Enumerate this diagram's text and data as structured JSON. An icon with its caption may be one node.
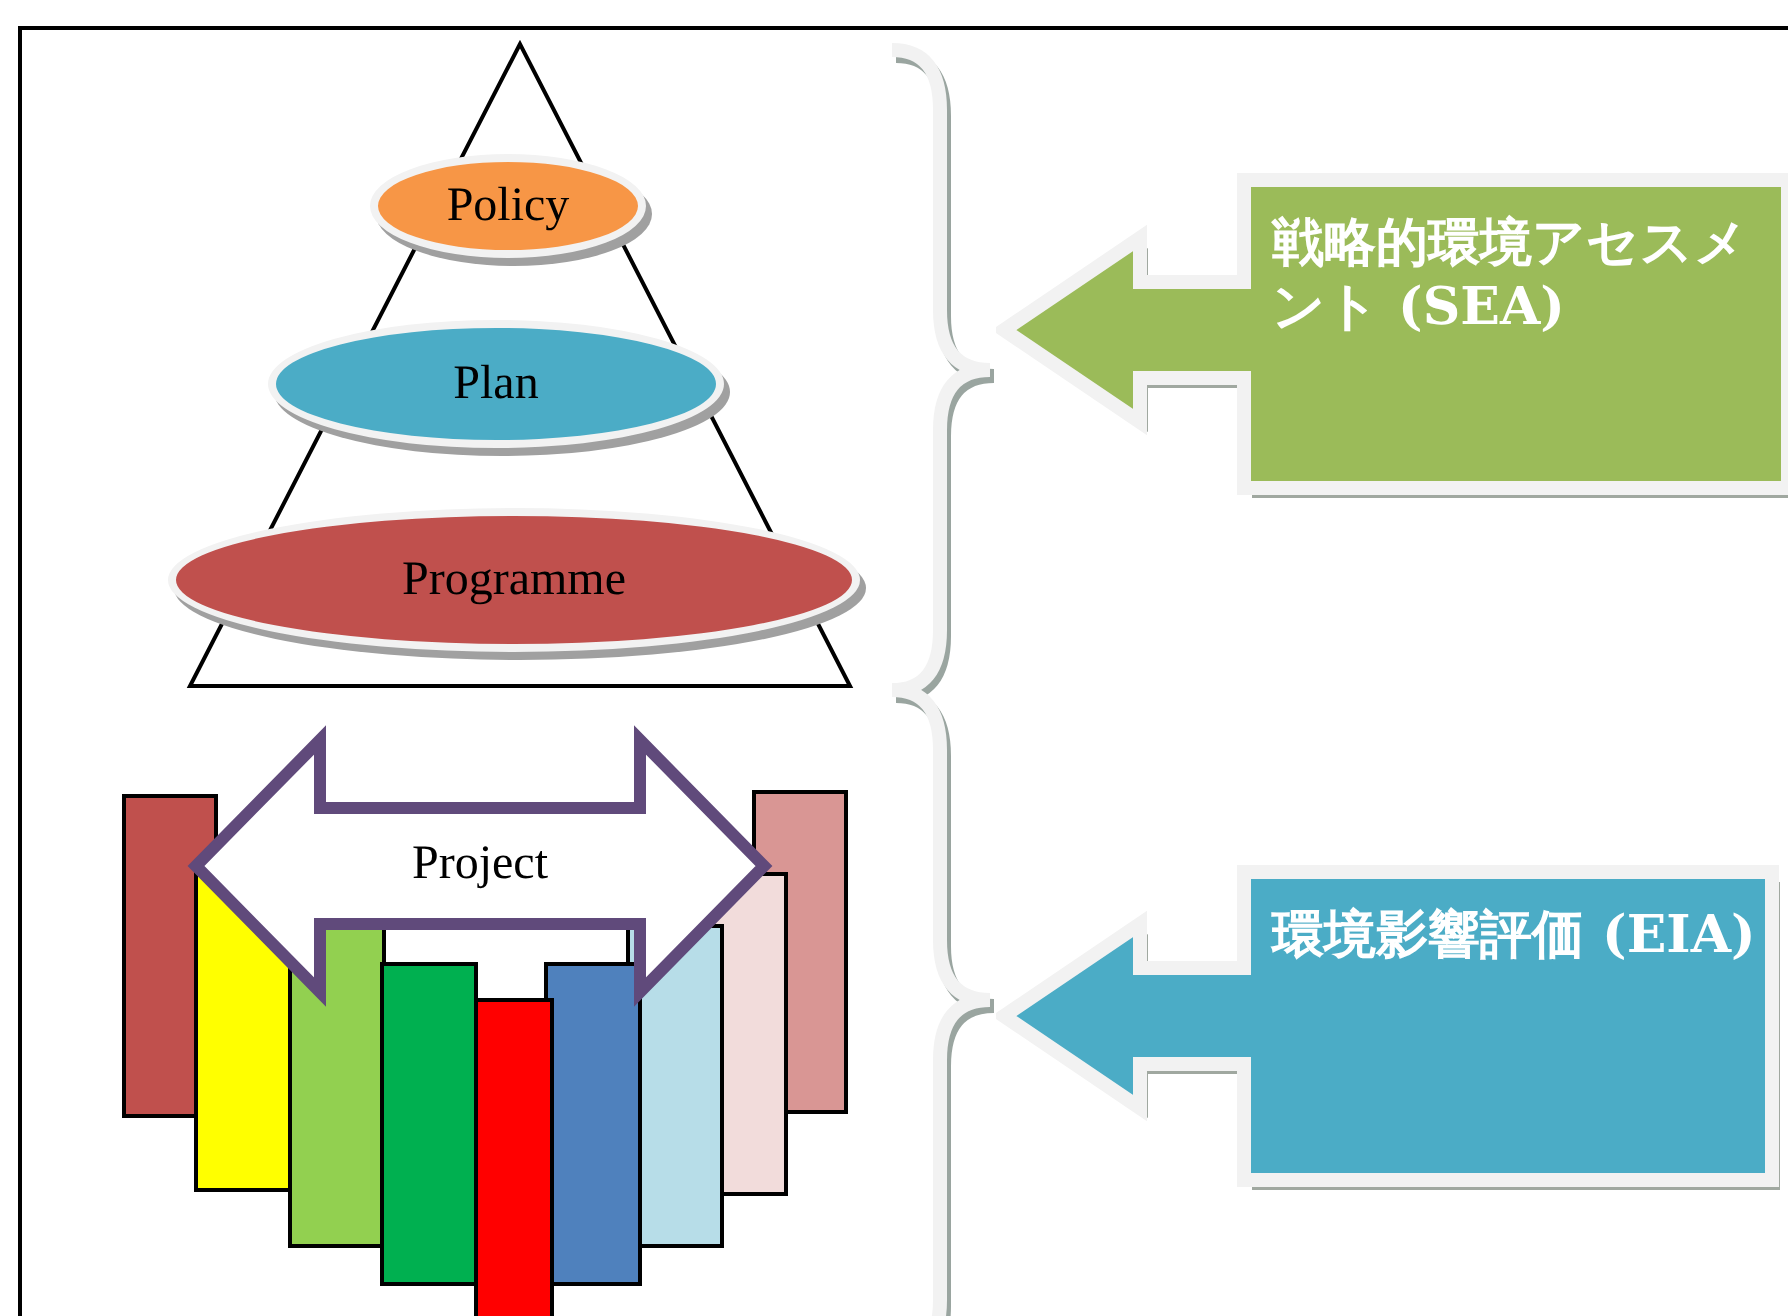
{
  "diagram": {
    "nodes": [
      {
        "text": [
          "Policy"
        ]
      },
      {
        "text": [
          "Plan"
        ]
      },
      {
        "text": [
          "Programme"
        ]
      },
      {
        "text": [
          "Project"
        ]
      },
      {
        "text": [
          "戦略的環境アセスメント (SEA)"
        ]
      },
      {
        "text": [
          "環境影響評価 (EIA)"
        ]
      }
    ]
  }
}
